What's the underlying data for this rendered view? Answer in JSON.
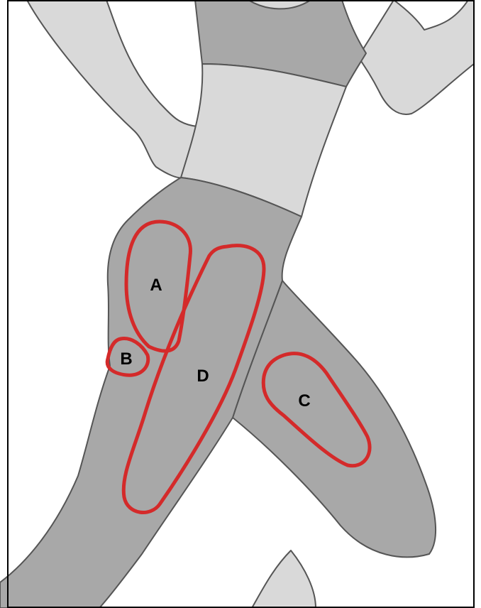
{
  "colors": {
    "background": "#ffffff",
    "skin": "#d9d9d9",
    "garment": "#a8a8a8",
    "outline": "#555555",
    "zone_outline": "#d42a2a",
    "label": "#000000"
  },
  "zones": [
    {
      "id": "A",
      "label": "A"
    },
    {
      "id": "B",
      "label": "B"
    },
    {
      "id": "C",
      "label": "C"
    },
    {
      "id": "D",
      "label": "D"
    }
  ]
}
